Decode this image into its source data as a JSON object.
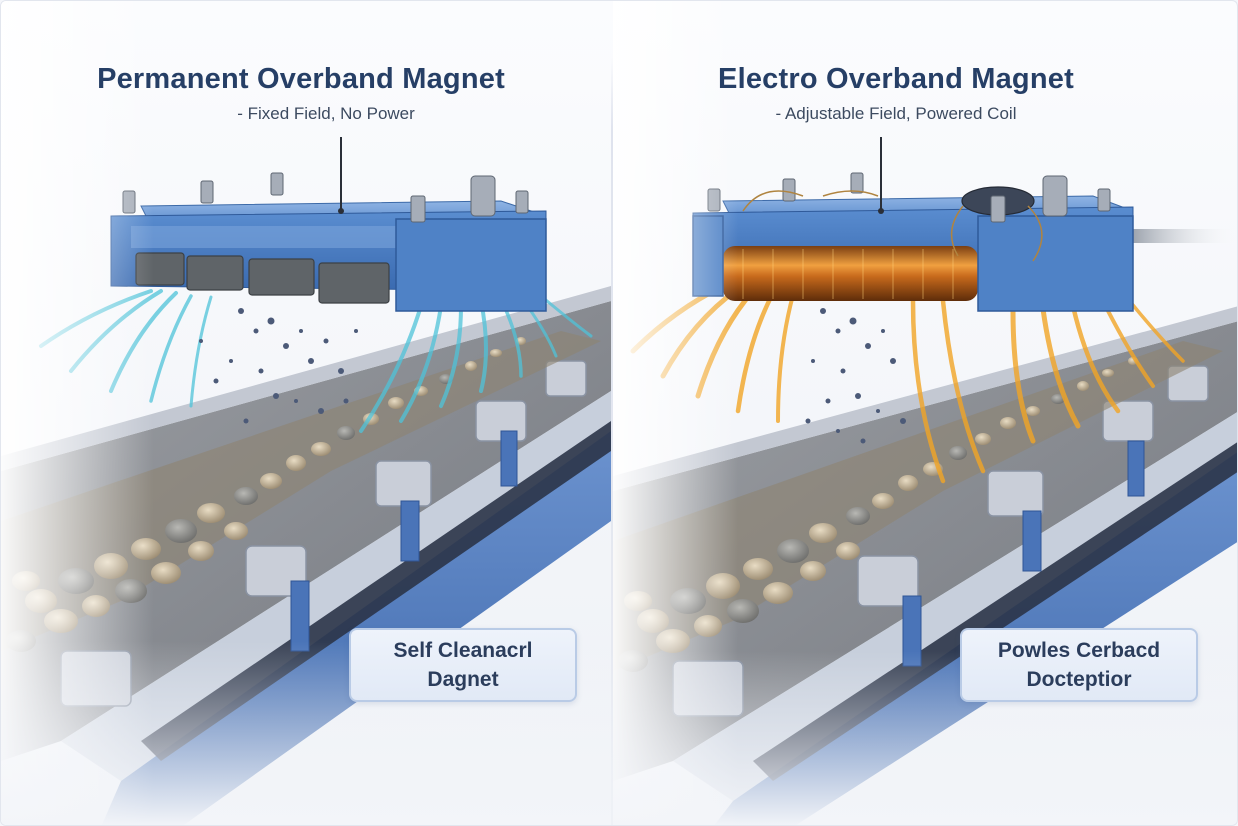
{
  "figure": {
    "type": "side-by-side comparison illustration",
    "colors": {
      "title": "#263f66",
      "subtitle": "#3c4a60",
      "magnet_body_blue": "#4a7fc4",
      "permanent_field_cyan": "#4fc3d9",
      "electro_field_orange": "#f2a526",
      "conveyor_frame_blue": "#4a74b8",
      "label_box_fill": "#e6edf8",
      "label_box_border": "#b9cbe6"
    }
  },
  "left_panel": {
    "title": "Permanent Overband Magnet",
    "subtitle": "- Fixed Field, No Power",
    "magnet_type": "permanent",
    "field_icon": "magnetic-field-lines-icon",
    "label_box": {
      "line1": "Self Cleanacrl",
      "line2": "Dagnet"
    }
  },
  "right_panel": {
    "title": "Electro Overband Magnet",
    "subtitle": "- Adjustable Field, Powered Coil",
    "magnet_type": "electro",
    "field_icon": "energized-coil-icon",
    "label_box": {
      "line1": "Powles Cerbacd",
      "line2": "Docteptior"
    }
  }
}
